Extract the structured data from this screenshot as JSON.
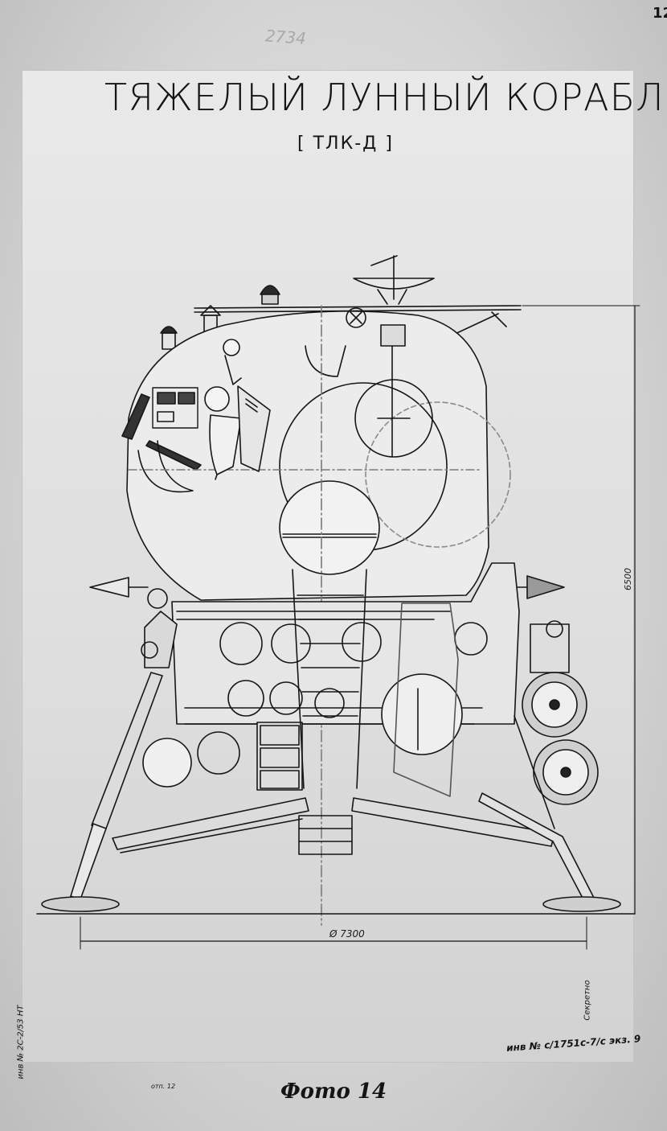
{
  "page": {
    "corner_number": "12",
    "stamp": "2734",
    "title": "ТЯЖЕЛЫЙ ЛУННЫЙ КОРАБЛЬ",
    "subtitle": "[ ТЛК-Д ]",
    "caption": "Фото 14",
    "inventory_note": "инв № с/1751с-7/с экз. 9",
    "side_note_left": "инв № 2С-2/53 НТ",
    "side_note_right": "Секретно",
    "small_note": "отп. 12"
  },
  "drawing": {
    "dimension_height": "6500",
    "dimension_diameter": "Ø 7300"
  },
  "colors": {
    "ink": "#161616",
    "paper": "#e2e2e2",
    "shade": "#9a9a9a"
  }
}
